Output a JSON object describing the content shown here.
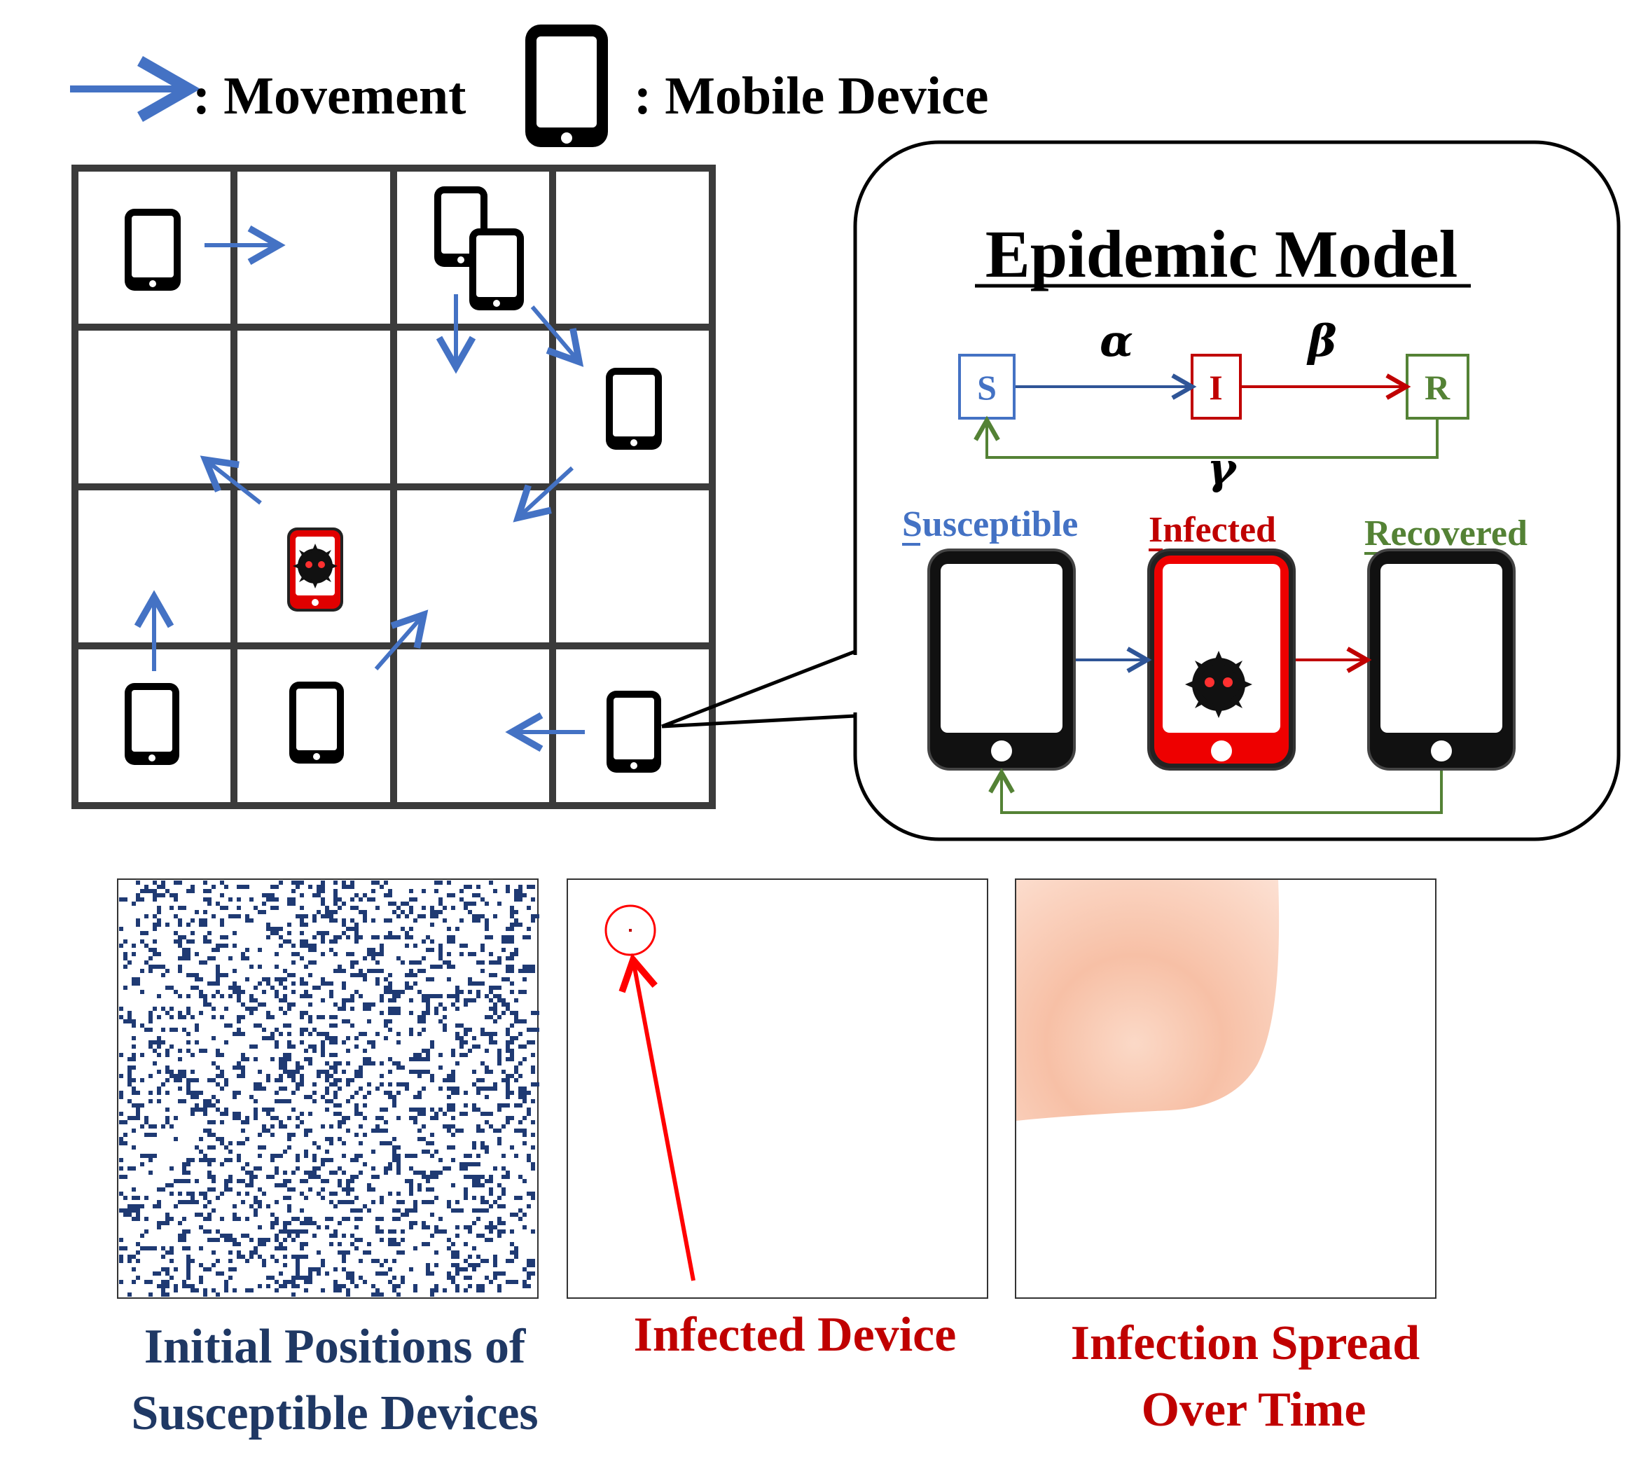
{
  "legend": {
    "movement_label": ": Movement",
    "device_label": ": Mobile Device"
  },
  "epidemic_model": {
    "title": "Epidemic Model",
    "states": {
      "s": "S",
      "i": "I",
      "r": "R"
    },
    "rates": {
      "alpha": "α",
      "beta": "β",
      "gamma": "γ"
    },
    "stage_labels": {
      "susceptible": "Susceptible",
      "infected": "Infected",
      "recovered": "Recovered"
    }
  },
  "panels": {
    "initial_positions_line1": "Initial Positions of",
    "initial_positions_line2": "Susceptible Devices",
    "infected_device": "Infected Device",
    "infection_spread_line1": "Infection Spread",
    "infection_spread_line2": "Over Time"
  },
  "colors": {
    "blue": "#4472c4",
    "dark_blue": "#1f3864",
    "red": "#c00000",
    "bright_red": "#ff0000",
    "green": "#548235",
    "grid": "#3b3b3b",
    "scatter": "#1f3a73",
    "spread": "#f8cbb4"
  }
}
